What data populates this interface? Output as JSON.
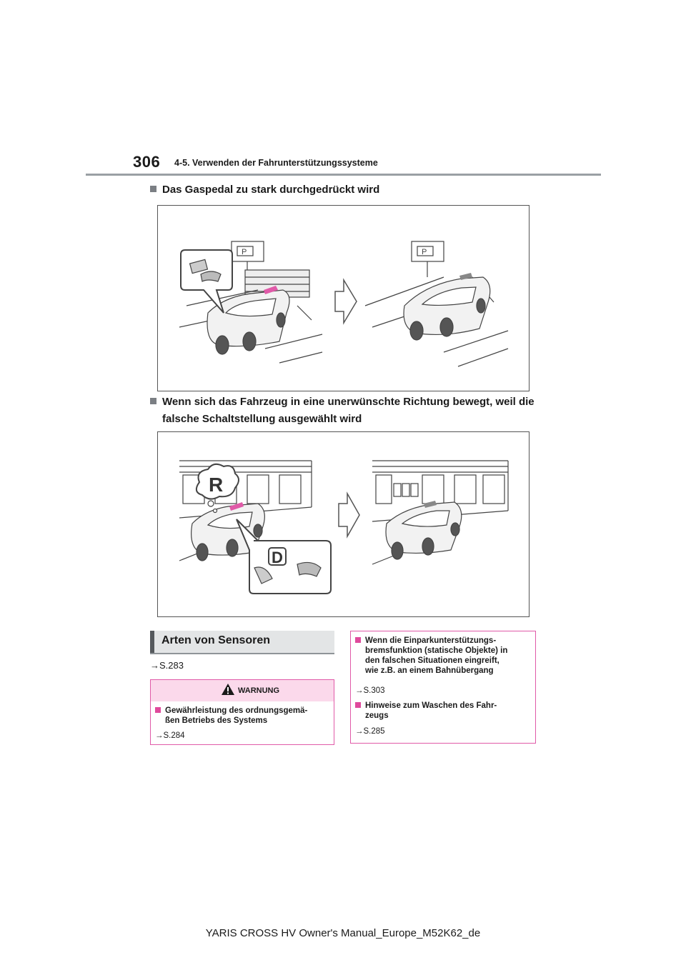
{
  "header": {
    "page_number": "306",
    "section_title": "4-5. Verwenden der Fahrunterstützungssysteme"
  },
  "sections": {
    "gaspedal_heading": "Das Gaspedal zu stark durchgedrückt wird",
    "richtung_heading_line1": "Wenn sich das Fahrzeug in eine unerwünschte Richtung bewegt, weil die",
    "richtung_heading_line2": "falsche Schaltstellung ausgewählt wird"
  },
  "figure2_labels": {
    "gear_r": "R",
    "gear_d": "D"
  },
  "sensors": {
    "title": "Arten von Sensoren",
    "ref": "→S.283"
  },
  "warning": {
    "label": "WARNUNG",
    "item_title_line1": "Gewährleistung des ordnungsgemä-",
    "item_title_line2": "ßen Betriebs des Systems",
    "item_ref": "→S.284"
  },
  "right_box": {
    "item1_line1": "Wenn die Einparkunterstützungs-",
    "item1_line2": "bremsfunktion (statische Objekte) in",
    "item1_line3": "den falschen Situationen eingreift,",
    "item1_line4": "wie z.B. an einem Bahnübergang",
    "item1_ref": "→S.303",
    "item2_line1": "Hinweise zum Waschen des Fahr-",
    "item2_line2": "zeugs",
    "item2_ref": "→S.285"
  },
  "colors": {
    "accent_magenta": "#e05aa8",
    "warning_fill": "#fbd9eb",
    "header_rule": "#9aa0a4"
  },
  "icons": [
    "square-bullet-icon",
    "warning-triangle-icon",
    "arrow-right-icon"
  ],
  "footer": {
    "text": "YARIS CROSS HV Owner's Manual_Europe_M52K62_de"
  }
}
